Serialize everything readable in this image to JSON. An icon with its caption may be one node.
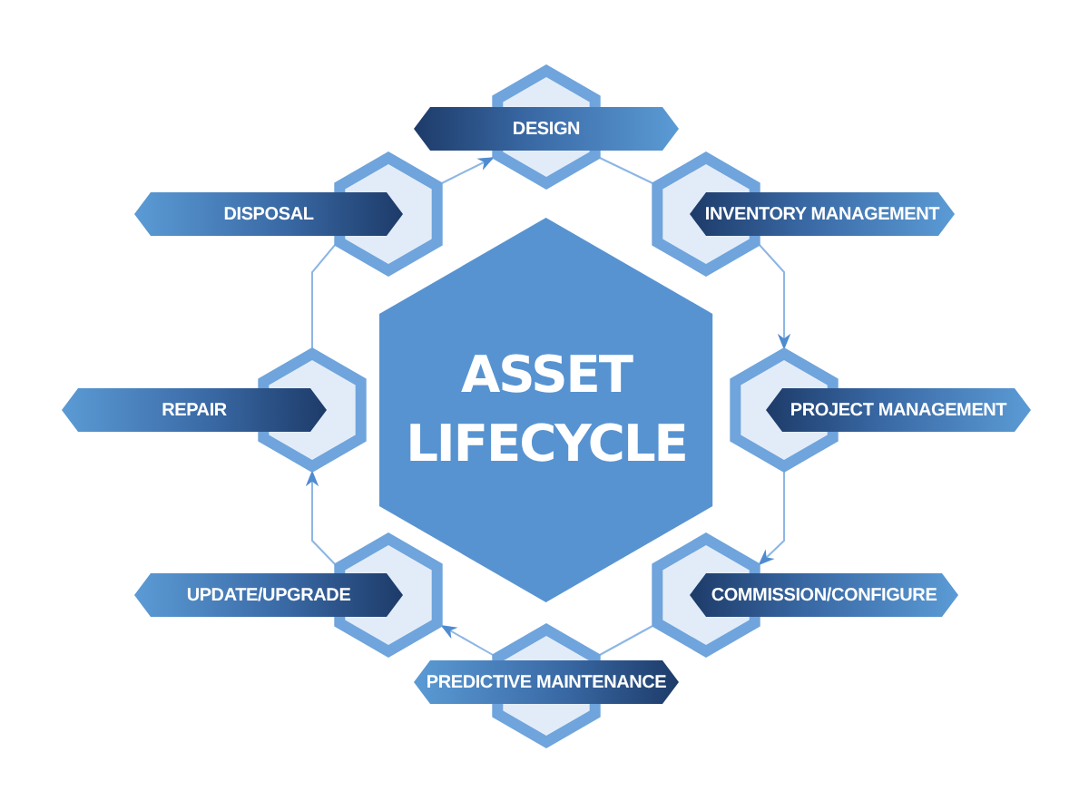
{
  "diagram": {
    "nodes": [
      {
        "text": [
          "ASSET LIFECYCLE"
        ]
      },
      {
        "text": [
          "DESIGN"
        ]
      },
      {
        "text": [
          "INVENTORY MANAGEMENT"
        ]
      },
      {
        "text": [
          "PROJECT MANAGEMENT"
        ]
      },
      {
        "text": [
          "COMMISSION/CONFIGURE"
        ]
      },
      {
        "text": [
          "PREDICTIVE MAINTENANCE"
        ]
      },
      {
        "text": [
          "UPDATE/UPGRADE"
        ]
      },
      {
        "text": [
          "REPAIR"
        ]
      },
      {
        "text": [
          "DISPOSAL"
        ]
      }
    ],
    "edges": [
      {
        "from": 1,
        "to": 2,
        "arrow": "none"
      },
      {
        "from": 2,
        "to": 3,
        "arrow": "to"
      },
      {
        "from": 3,
        "to": 4,
        "arrow": "to"
      },
      {
        "from": 4,
        "to": 5,
        "arrow": "none"
      },
      {
        "from": 5,
        "to": 6,
        "arrow": "to"
      },
      {
        "from": 6,
        "to": 7,
        "arrow": "to"
      },
      {
        "from": 7,
        "to": 8,
        "arrow": "none"
      },
      {
        "from": 8,
        "to": 1,
        "arrow": "to"
      }
    ]
  }
}
